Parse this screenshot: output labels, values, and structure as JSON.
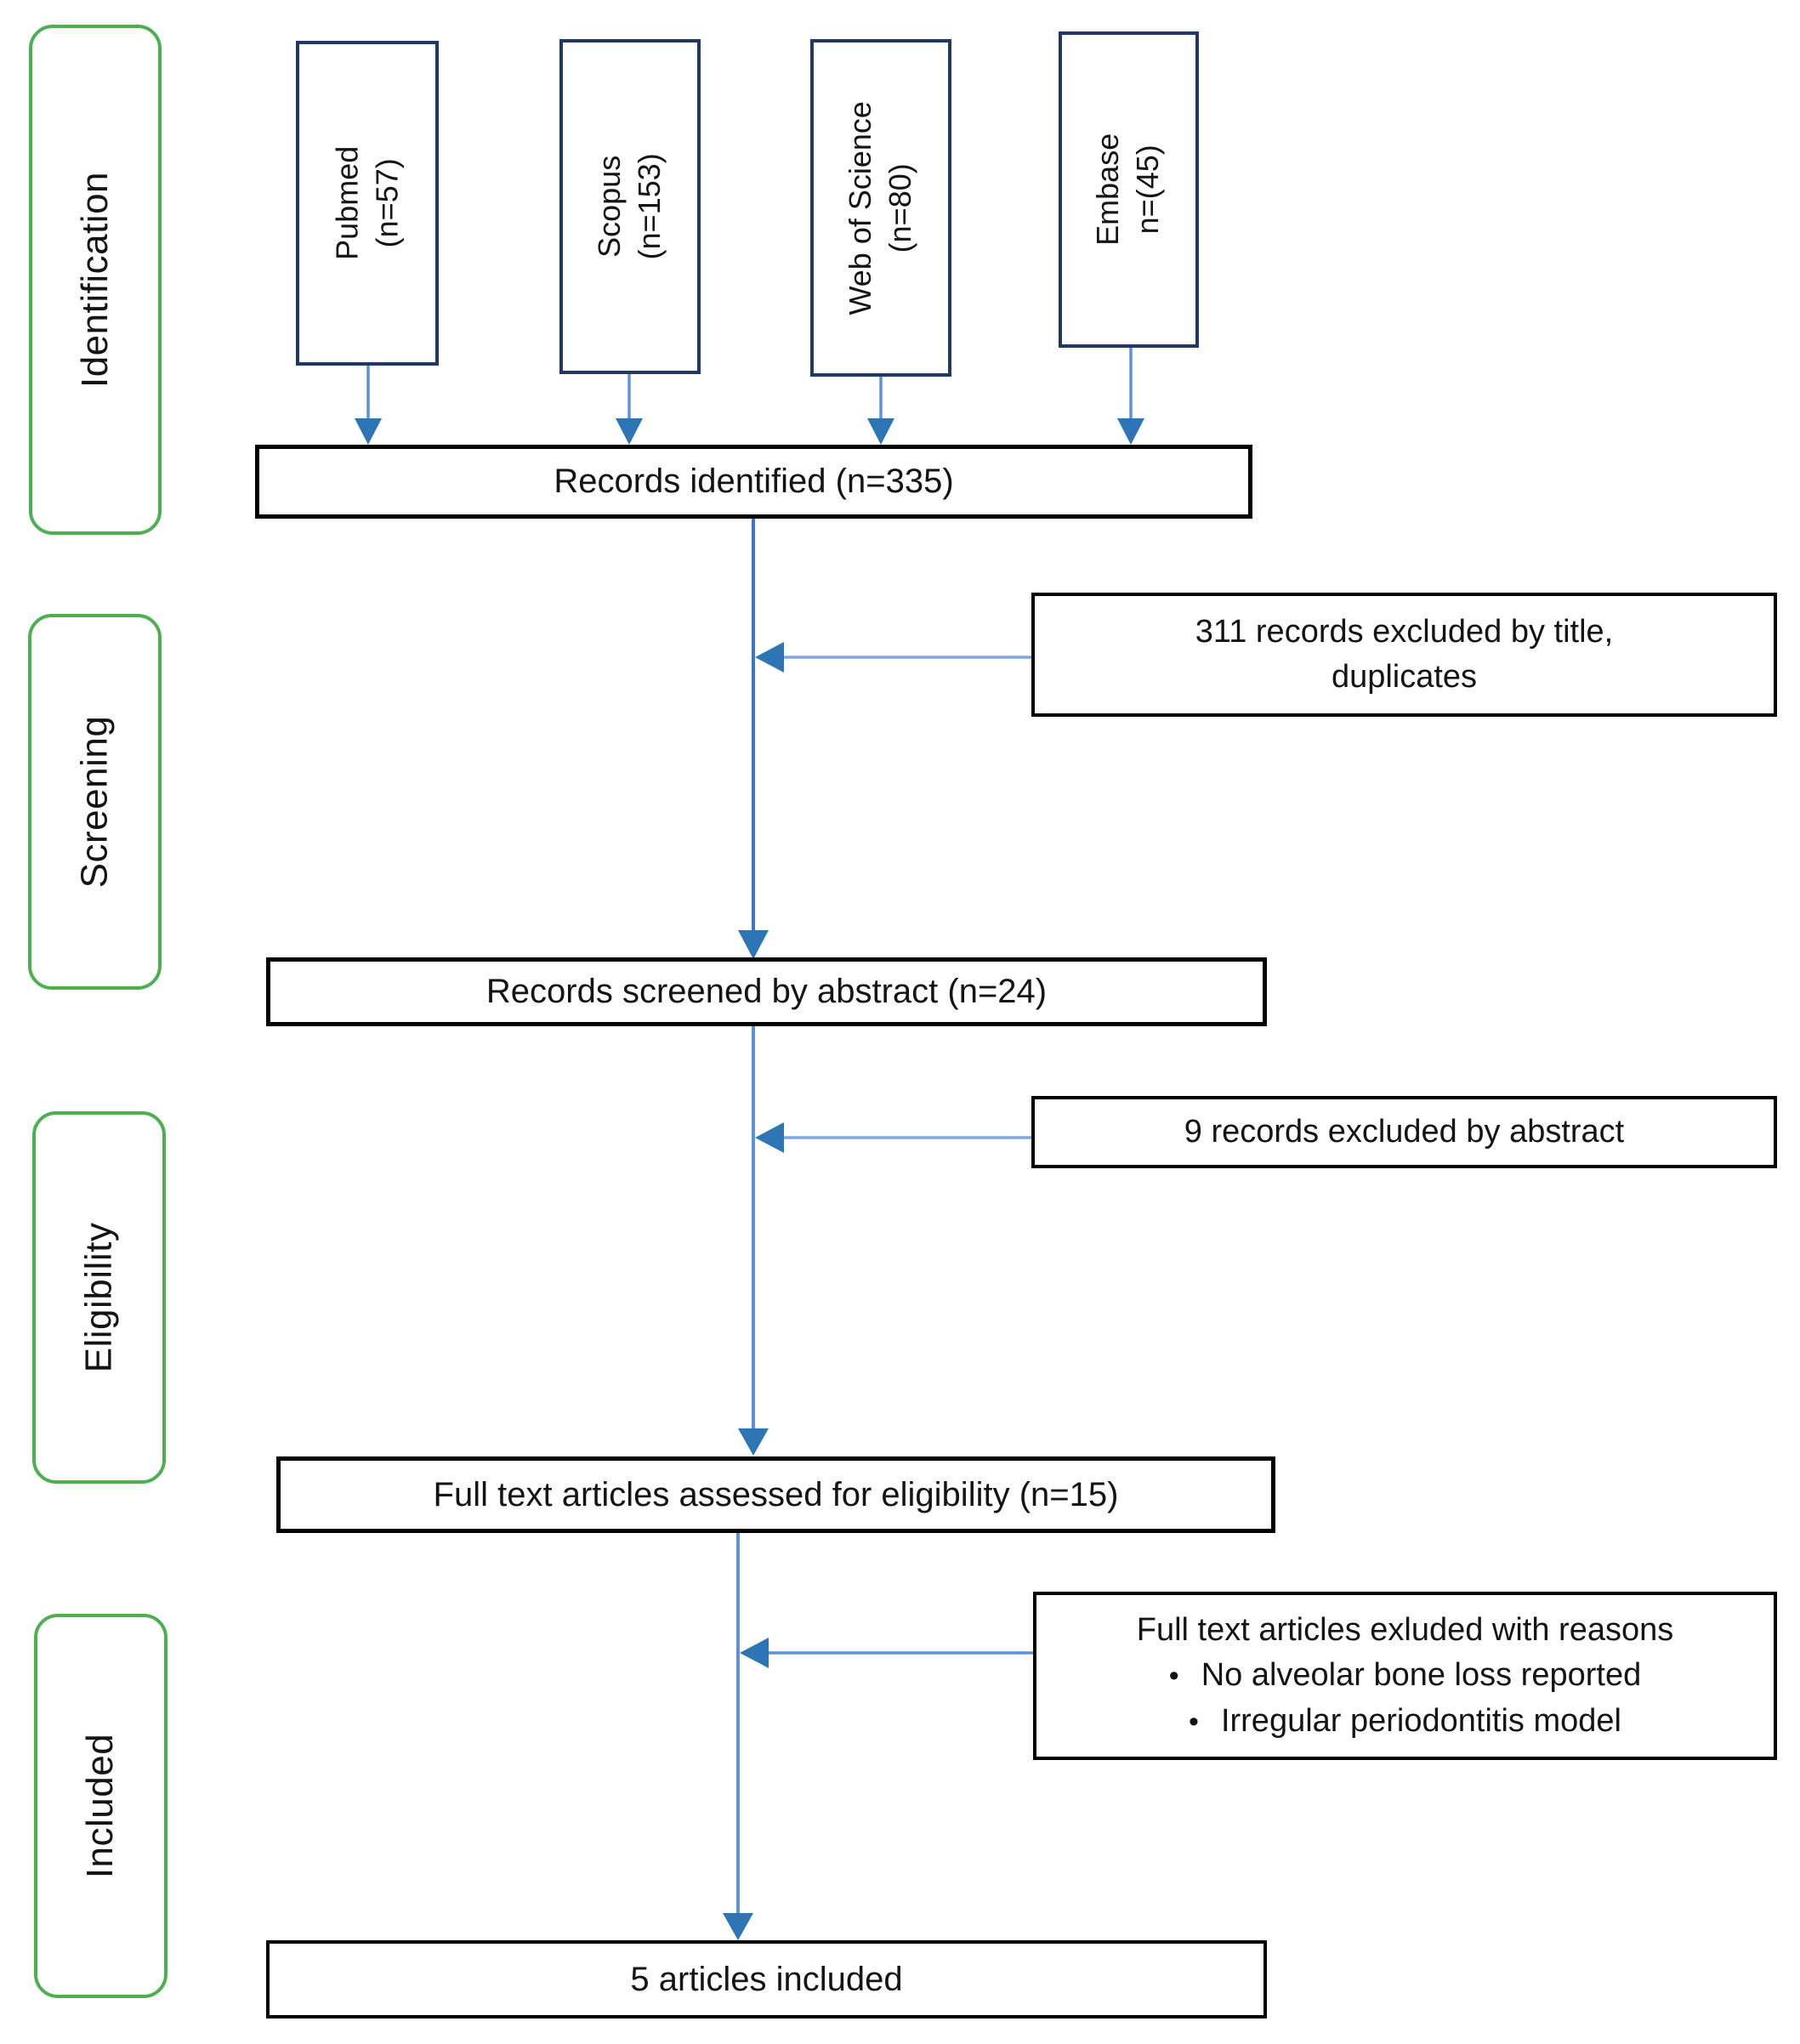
{
  "colors": {
    "stage_border_green": "#4caf50",
    "source_border_navy": "#1f3864",
    "flow_border_black": "#000000",
    "arrow_line_blue": "#5b93d5",
    "arrow_head_blue": "#2e75b6"
  },
  "stages": [
    {
      "label": "Identification"
    },
    {
      "label": "Screening"
    },
    {
      "label": "Eligibility"
    },
    {
      "label": "Included"
    }
  ],
  "sources": [
    {
      "name": "Pubmed",
      "count": "(n=57)"
    },
    {
      "name": "Scopus",
      "count": "(n=153)"
    },
    {
      "name": "Web of Science",
      "count": "(n=80)"
    },
    {
      "name": "Embase",
      "count": "n=(45)"
    }
  ],
  "flow": {
    "records_identified": "Records identified (n=335)",
    "records_screened": "Records screened by abstract (n=24)",
    "full_text_assessed": "Full text articles assessed for eligibility (n=15)",
    "articles_included": "5 articles included"
  },
  "exclusions": {
    "by_title": {
      "line1": "311 records excluded by title,",
      "line2": "duplicates"
    },
    "by_abstract": {
      "text": "9 records excluded by abstract"
    },
    "full_text_reasons": {
      "title": "Full text articles exluded with reasons",
      "bullet": "•",
      "items": [
        "No alveolar bone loss reported",
        "Irregular periodontitis model"
      ]
    }
  }
}
